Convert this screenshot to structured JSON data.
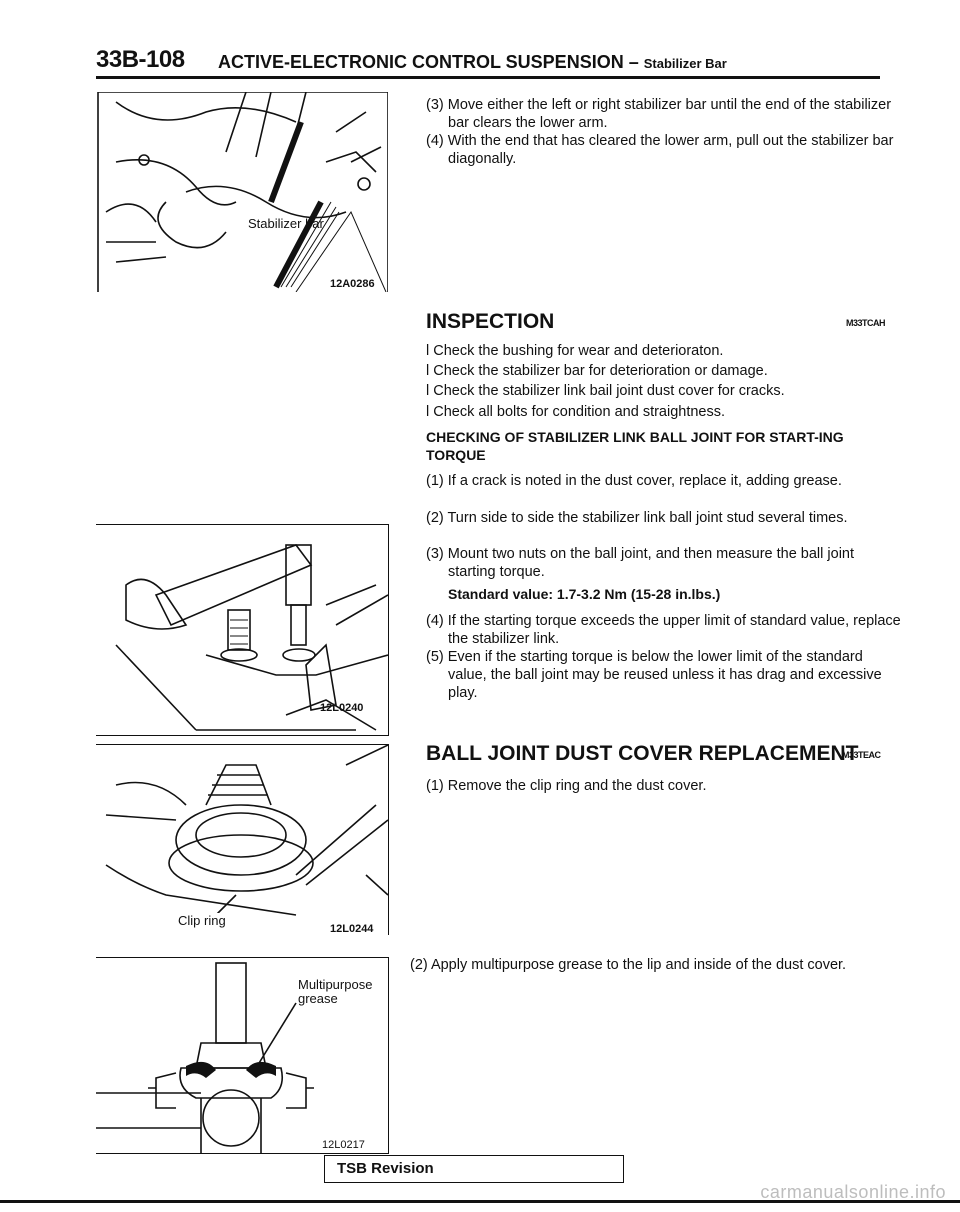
{
  "header": {
    "code": "33B-108",
    "title": "ACTIVE-ELECTRONIC CONTROL SUSPENSION –",
    "subtitle": "Stabilizer Bar"
  },
  "figures": [
    {
      "code": "12A0286",
      "label": "Stabilizer bar",
      "icon": "stabilizer-bar-removal"
    },
    {
      "code": "12L0240",
      "label": "",
      "icon": "torque-measurement"
    },
    {
      "code": "12L0244",
      "label": "Clip ring",
      "icon": "clip-ring-removal"
    },
    {
      "code": "12L0217",
      "label": "Multipurpose grease",
      "icon": "ball-joint-section"
    }
  ],
  "removal_steps": [
    "(3) Move either the left or right stabilizer bar until the end of the stabilizer bar clears the lower arm.",
    "(4) With the end that has cleared the lower arm, pull out the stabilizer bar diagonally."
  ],
  "inspection": {
    "heading": "INSPECTION",
    "code": "M33TCAH",
    "bullets": [
      "l  Check the bushing for wear and deterioraton.",
      "l  Check the stabilizer bar for deterioration or damage.",
      "l  Check the stabilizer link bail joint dust cover for cracks.",
      "l  Check all bolts for condition and straightness."
    ],
    "subheading": "CHECKING OF STABILIZER LINK BALL JOINT FOR START-ING TORQUE",
    "steps": [
      "(1) If a crack is noted in the dust cover, replace it, adding grease.",
      "(2) Turn side to side the stabilizer link ball joint stud several times.",
      "(3) Mount two nuts on the ball joint, and then measure the ball joint starting torque."
    ],
    "standard_value": "Standard value: 1.7-3.2 Nm (15-28 in.lbs.)",
    "steps_after": [
      "(4) If the starting torque exceeds the upper limit of standard value, replace the stabilizer link.",
      "(5) Even if the starting torque is below the lower limit of the standard value, the ball joint may be reused unless it has drag and excessive play."
    ]
  },
  "replacement": {
    "heading": "BALL JOINT DUST COVER REPLACEMENT",
    "code": "M33TEAC",
    "step1": "(1) Remove the clip ring and the dust cover.",
    "step2": "(2) Apply multipurpose grease to the lip and inside of the dust cover."
  },
  "footer": {
    "revision": "TSB Revision",
    "watermark": "carmanualsonline.info"
  }
}
